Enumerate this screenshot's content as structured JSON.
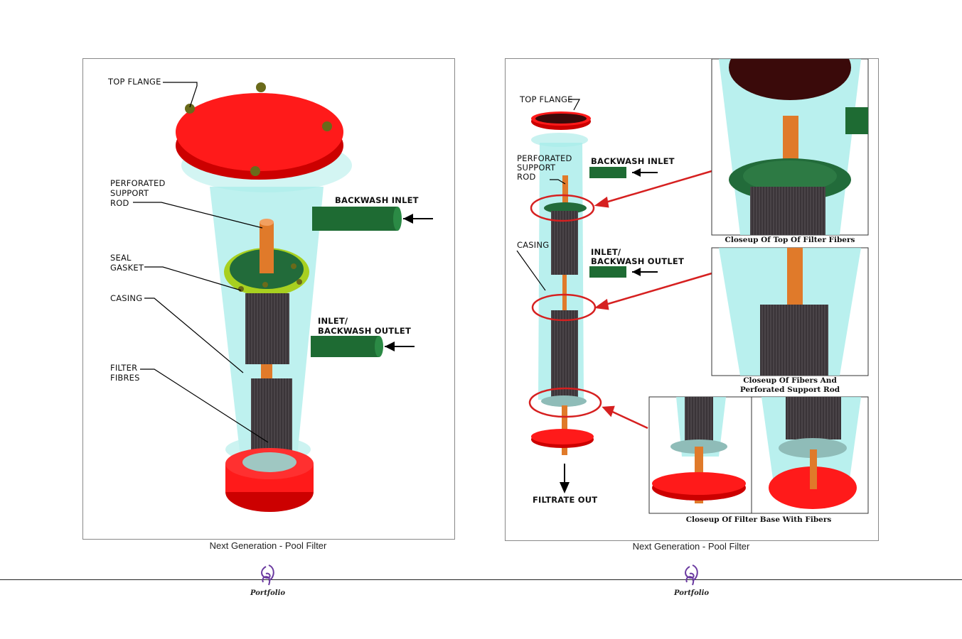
{
  "left_panel": {
    "labels": {
      "top_flange": "TOP FLANGE",
      "perforated_1": "PERFORATED",
      "perforated_2": "SUPPORT",
      "perforated_3": "ROD",
      "seal_1": "SEAL",
      "seal_2": "GASKET",
      "casing": "CASING",
      "filter_1": "FILTER",
      "filter_2": "FIBRES",
      "backwash_inlet": "BACKWASH INLET",
      "inlet_1": "INLET/",
      "inlet_2": "BACKWASH OUTLET"
    },
    "caption": "Next Generation - Pool Filter"
  },
  "right_panel": {
    "labels": {
      "top_flange": "TOP FLANGE",
      "perforated_1": "PERFORATED",
      "perforated_2": "SUPPORT",
      "perforated_3": "ROD",
      "backwash_inlet": "BACKWASH INLET",
      "casing": "CASING",
      "inlet_1": "INLET/",
      "inlet_2": "BACKWASH OUTLET",
      "filtrate_out": "FILTRATE OUT"
    },
    "closeups": {
      "top": "Closeup Of Top Of Filter Fibers",
      "middle_1": "Closeup Of Fibers And",
      "middle_2": "Perforated Support Rod",
      "base": "Closeup Of Filter Base With Fibers"
    },
    "caption": "Next Generation - Pool Filter"
  },
  "footer": {
    "logo_text": "Portfolio"
  },
  "colors": {
    "flange": "#ff1a1a",
    "pipe": "#1e6b33",
    "casing": "#a8ecea",
    "rod": "#e07a2a",
    "fibers": "#3a3438"
  }
}
